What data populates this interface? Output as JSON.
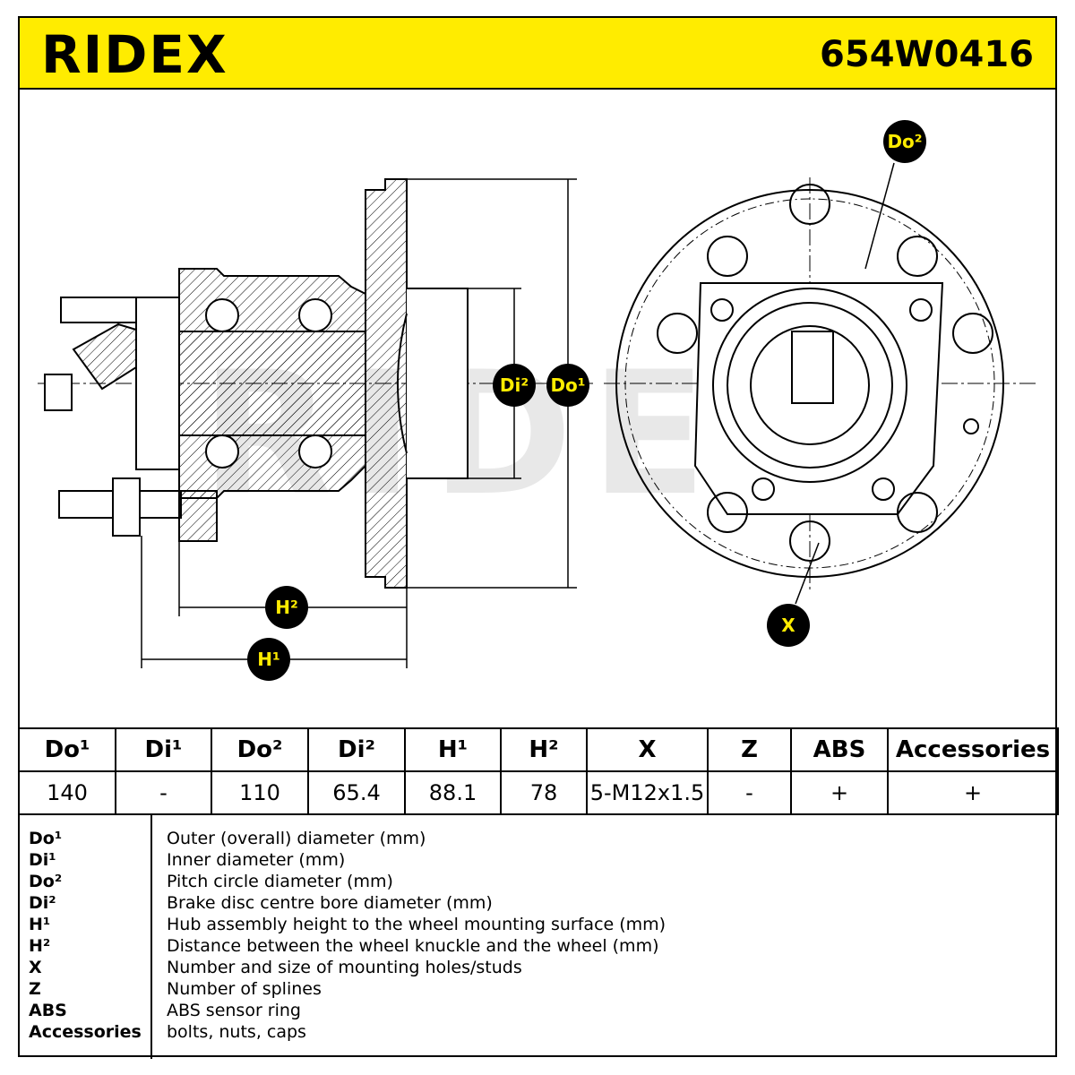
{
  "header": {
    "brand": "RIDEX",
    "part_number": "654W0416",
    "background_color": "#ffec00"
  },
  "drawing": {
    "callouts": {
      "do2": "Do²",
      "di2": "Di²",
      "do1": "Do¹",
      "h2": "H²",
      "h1": "H¹",
      "x": "X"
    },
    "watermark": "RIDEX"
  },
  "spec_table": {
    "headers": [
      "Do¹",
      "Di¹",
      "Do²",
      "Di²",
      "H¹",
      "H²",
      "X",
      "Z",
      "ABS",
      "Accessories"
    ],
    "values": [
      "140",
      "-",
      "110",
      "65.4",
      "88.1",
      "78",
      "5-M12x1.5",
      "-",
      "+",
      "+"
    ]
  },
  "legend": [
    {
      "key": "Do¹",
      "desc": "Outer (overall) diameter (mm)"
    },
    {
      "key": "Di¹",
      "desc": "Inner diameter (mm)"
    },
    {
      "key": "Do²",
      "desc": "Pitch circle diameter (mm)"
    },
    {
      "key": "Di²",
      "desc": "Brake disc centre bore diameter (mm)"
    },
    {
      "key": "H¹",
      "desc": "Hub assembly height to the wheel mounting surface (mm)"
    },
    {
      "key": "H²",
      "desc": "Distance between the wheel knuckle and the wheel (mm)"
    },
    {
      "key": "X",
      "desc": "Number and size of mounting holes/studs"
    },
    {
      "key": "Z",
      "desc": "Number of splines"
    },
    {
      "key": "ABS",
      "desc": "ABS sensor ring"
    },
    {
      "key": "Accessories",
      "desc": "bolts, nuts, caps"
    }
  ]
}
